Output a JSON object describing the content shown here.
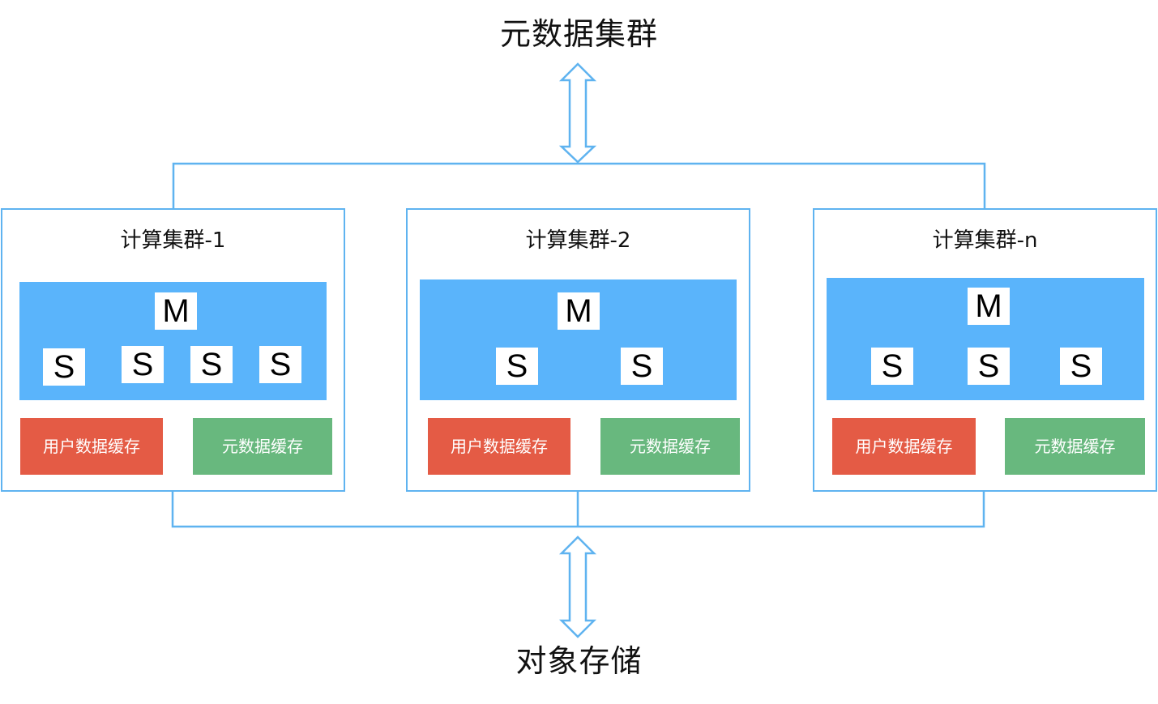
{
  "top_title": "元数据集群",
  "bottom_title": "对象存储",
  "colors": {
    "line": "#5fb3f0",
    "panel": "#5ab4fb",
    "user_cache": "#e45b45",
    "meta_cache": "#68b87e"
  },
  "clusters": [
    {
      "title": "计算集群-1",
      "master": "M",
      "slaves": [
        "S",
        "S",
        "S",
        "S"
      ],
      "user_cache": "用户数据缓存",
      "meta_cache": "元数据缓存"
    },
    {
      "title": "计算集群-2",
      "master": "M",
      "slaves": [
        "S",
        "S"
      ],
      "user_cache": "用户数据缓存",
      "meta_cache": "元数据缓存"
    },
    {
      "title": "计算集群-n",
      "master": "M",
      "slaves": [
        "S",
        "S",
        "S"
      ],
      "user_cache": "用户数据缓存",
      "meta_cache": "元数据缓存"
    }
  ]
}
